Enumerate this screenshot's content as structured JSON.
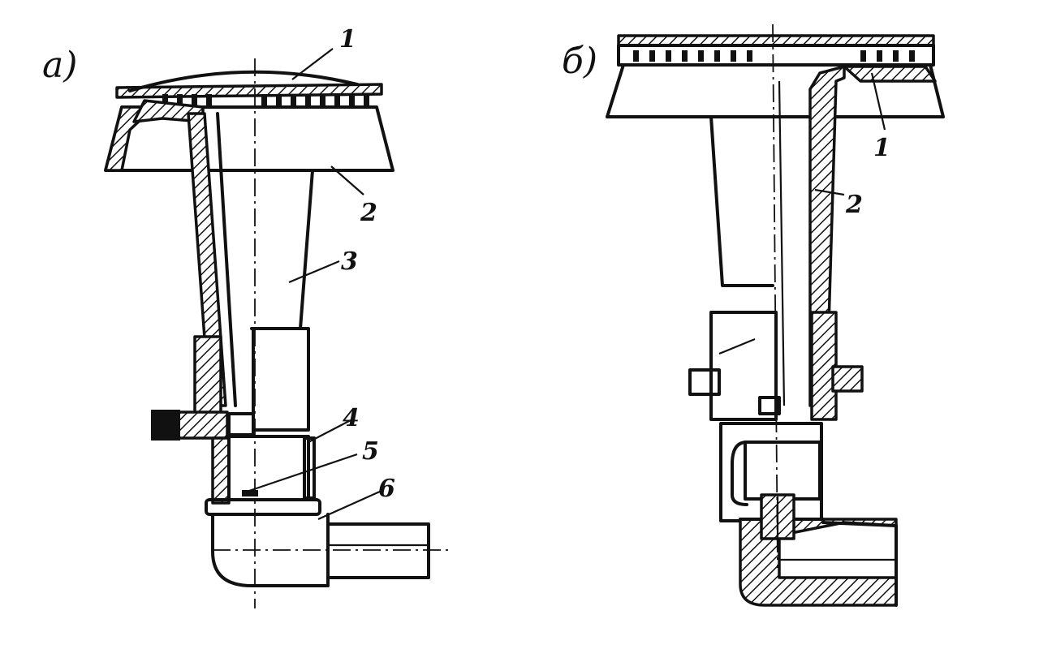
{
  "panels": [
    {
      "id": "a",
      "label": "а)",
      "callouts": [
        "1",
        "2",
        "3",
        "4",
        "5",
        "6"
      ]
    },
    {
      "id": "b",
      "label": "б)",
      "callouts": [
        "1",
        "2"
      ]
    }
  ],
  "colors": {
    "ink": "#111111",
    "paper": "#ffffff"
  }
}
